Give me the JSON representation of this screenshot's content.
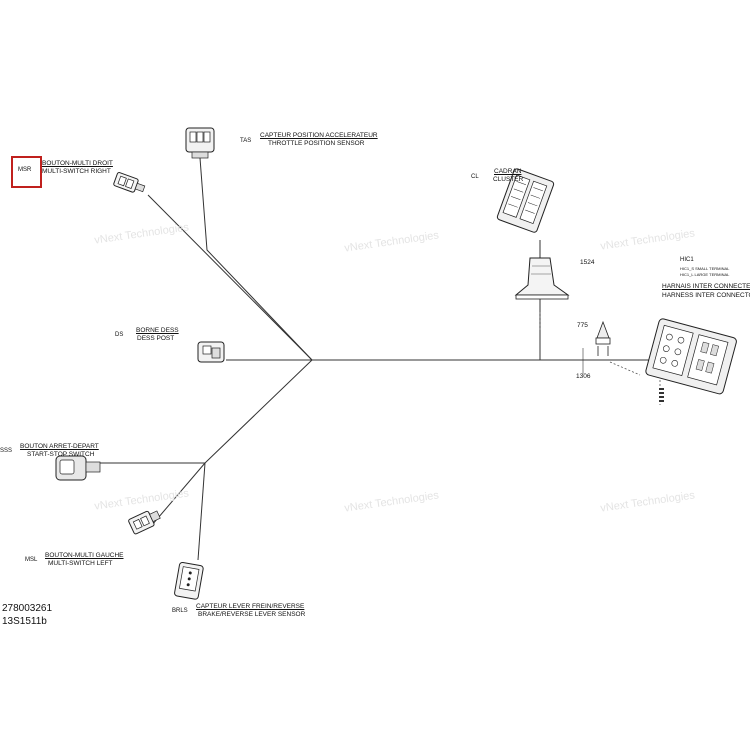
{
  "labels": {
    "msr_code": "MSR",
    "msr_fr": "BOUTON-MULTI DROIT",
    "msr_en": "MULTI-SWITCH RIGHT",
    "tas_code": "TAS",
    "tas_fr": "CAPTEUR POSITION ACCELERATEUR",
    "tas_en": "THROTTLE POSITION SENSOR",
    "cl_code": "CL",
    "cl_fr": "CADRAN",
    "cl_en": "CLUSTER",
    "ds_code": "DS",
    "ds_fr": "BORNE DESS",
    "ds_en": "DESS POST",
    "sss_code": "SSS",
    "sss_fr": "BOUTON ARRET-DEPART",
    "sss_en": "START-STOP SWITCH",
    "msl_code": "MSL",
    "msl_fr": "BOUTON-MULTI GAUCHE",
    "msl_en": "MULTI-SWITCH LEFT",
    "brls_code": "BRLS",
    "brls_fr": "CAPTEUR LEVER FREIN/REVERSE",
    "brls_en": "BRAKE/REVERSE LEVER SENSOR",
    "hic_code": "HIC1",
    "hic_sub1": "HIC1_S   SMALL TERMINAL",
    "hic_sub2": "HIC1_L   LARGE TERMINAL",
    "hic_fr": "HARNAIS INTER CONNECTEUR",
    "hic_en": "HARNESS INTER CONNECTOR"
  },
  "dimensions": {
    "d1524": "1524",
    "d775": "775",
    "d1306": "1306"
  },
  "watermark": "vNext Technologies",
  "doc_numbers": {
    "part": "278003261",
    "ref": "13S1511b"
  },
  "colors": {
    "highlight": "#c0201d",
    "line": "#222222",
    "watermark": "#d8d8d8"
  }
}
